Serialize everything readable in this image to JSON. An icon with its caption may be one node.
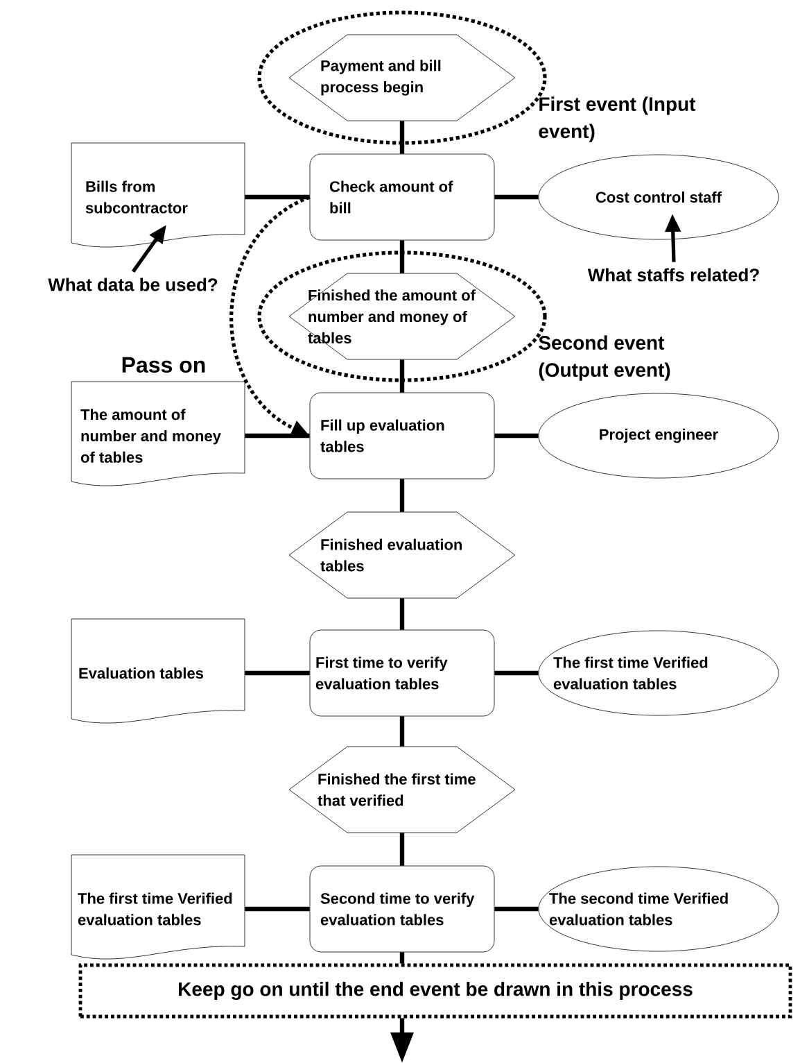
{
  "diagram": {
    "nodes": [
      {
        "text": [
          "Payment and bill process begin"
        ]
      },
      {
        "text": [
          "Bills from subcontractor"
        ]
      },
      {
        "text": [
          "Check amount of bill"
        ]
      },
      {
        "text": [
          "Cost control staff"
        ]
      },
      {
        "text": [
          "What data be used?"
        ]
      },
      {
        "text": [
          "What staffs related?"
        ]
      },
      {
        "text": [
          "Finished the amount of number and money of tables"
        ]
      },
      {
        "text": [
          "The amount of number and money of tables"
        ]
      },
      {
        "text": [
          "Fill up evaluation tables"
        ]
      },
      {
        "text": [
          "Project engineer"
        ]
      },
      {
        "text": [
          "Finished evaluation tables"
        ]
      },
      {
        "text": [
          "Evaluation tables"
        ]
      },
      {
        "text": [
          "First time to verify evaluation tables"
        ]
      },
      {
        "text": [
          "The first time Verified evaluation tables"
        ]
      },
      {
        "text": [
          "Finished the first time that verified"
        ]
      },
      {
        "text": [
          "The first time Verified evaluation tables"
        ]
      },
      {
        "text": [
          "Second  time to verify evaluation tables"
        ]
      },
      {
        "text": [
          "The second time Verified evaluation tables"
        ]
      },
      {
        "text": [
          "Keep go on until the end event be drawn in this process"
        ]
      }
    ],
    "edges": [
      {
        "from": 0,
        "to": 2,
        "arrow": "none"
      },
      {
        "from": 1,
        "to": 2,
        "arrow": "none"
      },
      {
        "from": 2,
        "to": 3,
        "arrow": "none"
      },
      {
        "from": 4,
        "to": 1,
        "arrow": "to"
      },
      {
        "from": 5,
        "to": 3,
        "arrow": "to"
      },
      {
        "from": 2,
        "to": 6,
        "arrow": "none"
      },
      {
        "from": 2,
        "to": 8,
        "arrow": "to",
        "label": "Pass on",
        "style": "dashed"
      },
      {
        "from": 6,
        "to": 8,
        "arrow": "none"
      },
      {
        "from": 7,
        "to": 8,
        "arrow": "none"
      },
      {
        "from": 8,
        "to": 9,
        "arrow": "none"
      },
      {
        "from": 8,
        "to": 10,
        "arrow": "none"
      },
      {
        "from": 10,
        "to": 12,
        "arrow": "none"
      },
      {
        "from": 11,
        "to": 12,
        "arrow": "none"
      },
      {
        "from": 12,
        "to": 13,
        "arrow": "none"
      },
      {
        "from": 12,
        "to": 14,
        "arrow": "none"
      },
      {
        "from": 14,
        "to": 16,
        "arrow": "none"
      },
      {
        "from": 15,
        "to": 16,
        "arrow": "none"
      },
      {
        "from": 16,
        "to": 17,
        "arrow": "none"
      },
      {
        "from": 16,
        "to": 18,
        "arrow": "none"
      },
      {
        "from": 18,
        "to": null,
        "arrow": "to"
      }
    ],
    "labels": [
      "First event (Input event)",
      "Second event (Output event)"
    ]
  }
}
